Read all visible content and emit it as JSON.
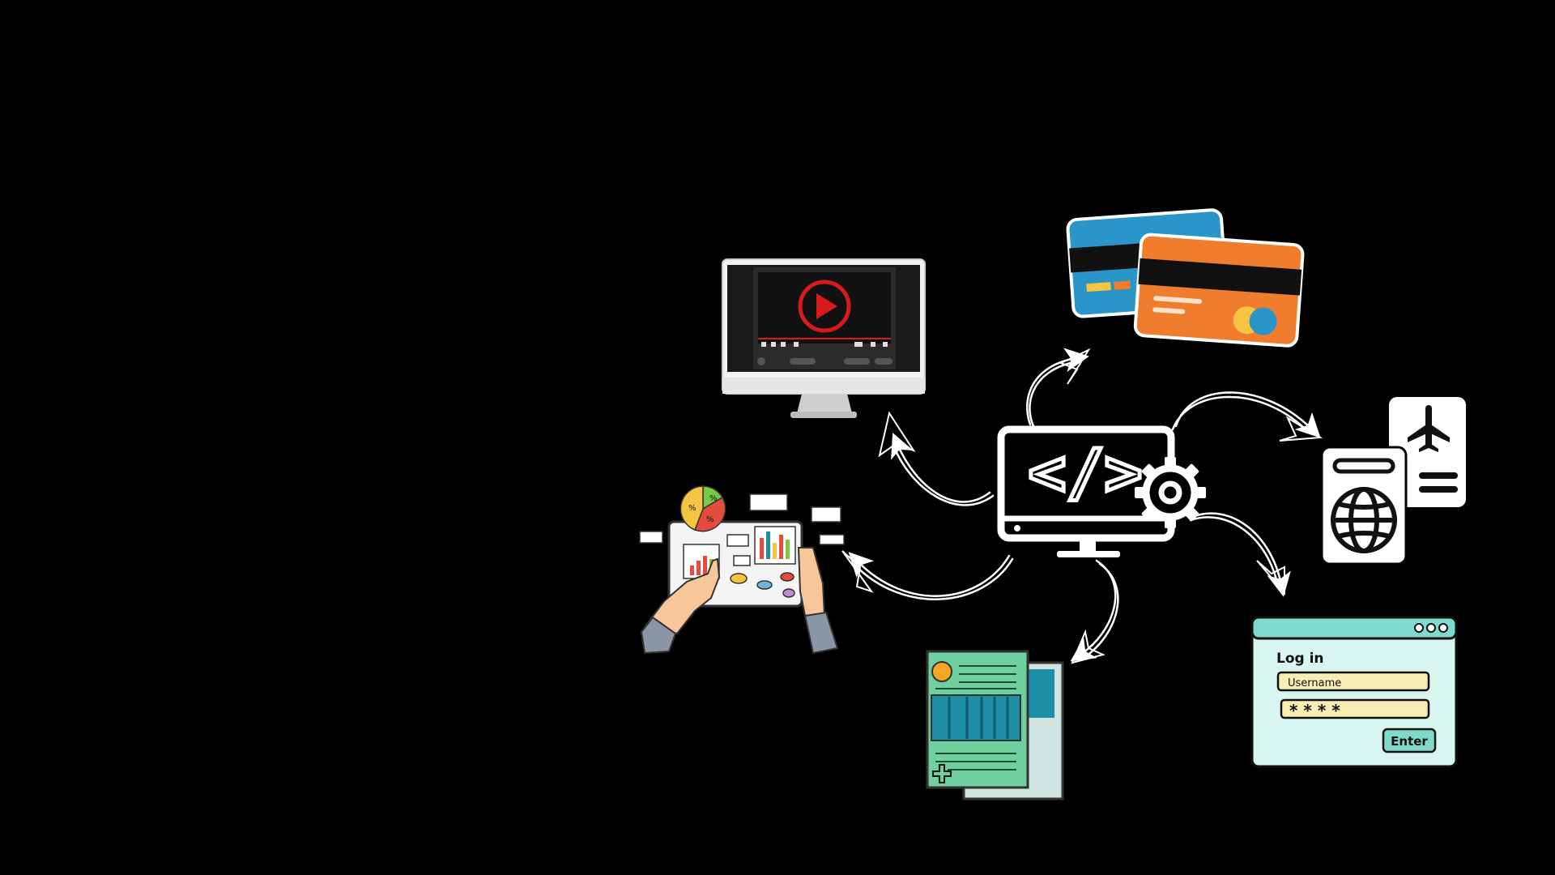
{
  "colors": {
    "background": "#000000",
    "card_blue": "#2a95c8",
    "card_orange": "#f07c2e",
    "video_play": "#d81a1a",
    "login_bg": "#d9f5ef",
    "login_header": "#7fd9cc",
    "login_field": "#f8edb3",
    "login_button": "#7fd9cc",
    "doc_green": "#6fcf9e",
    "doc_teal": "#1f8fa8",
    "chart_red": "#e54b3c",
    "chart_yellow": "#f5c542",
    "chart_green": "#7ac943"
  },
  "icons": {
    "center": "code-monitor-gear-icon",
    "top_left": "video-player-monitor-icon",
    "top_right": "credit-cards-icon",
    "right": "passport-boarding-pass-icon",
    "bottom_right": "login-window-icon",
    "bottom": "document-pages-icon",
    "left": "tablet-analytics-icon"
  },
  "center": {
    "code_symbol": "</>"
  },
  "login": {
    "title": "Log in",
    "username_placeholder": "Username",
    "password_mask": "* * * *",
    "button_label": "Enter"
  },
  "analytics": {
    "pie_label_1": "%",
    "pie_label_2": "%",
    "pie_label_3": "%"
  }
}
